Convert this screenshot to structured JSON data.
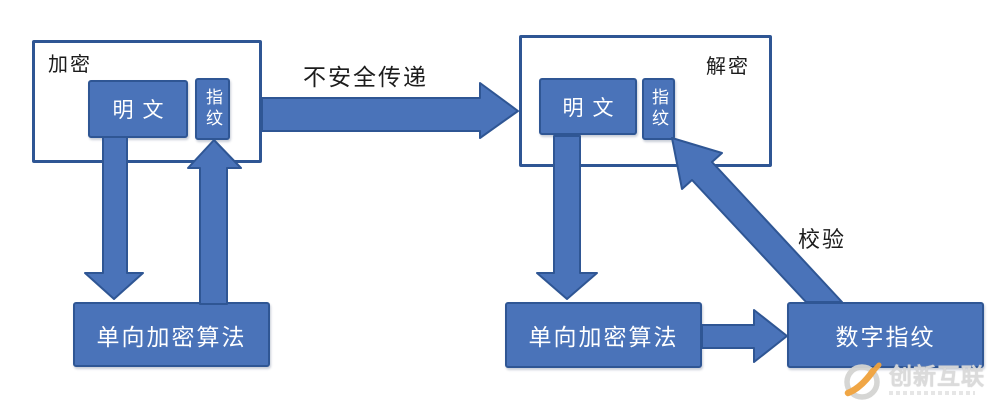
{
  "colors": {
    "canvas_bg": "#FFFFFF",
    "shape_fill": "#4A73B9",
    "shape_stroke": "#2F5694",
    "container_border": "#2F5694",
    "label_text": "#1C1C1C",
    "box_text": "#FFFFFF",
    "watermark_text": "#DADADA",
    "watermark_accent": "#F0A23C"
  },
  "encrypt": {
    "title": "加密",
    "plaintext": "明文",
    "fingerprint": "指纹",
    "algorithm": "单向加密算法"
  },
  "decrypt": {
    "title": "解密",
    "plaintext": "明文",
    "fingerprint": "指纹",
    "algorithm": "单向加密算法",
    "digital_fingerprint": "数字指纹"
  },
  "arrows": {
    "transfer_label": "不安全传递",
    "verify_label": "校验"
  },
  "watermark": {
    "brand": "创新互联"
  }
}
